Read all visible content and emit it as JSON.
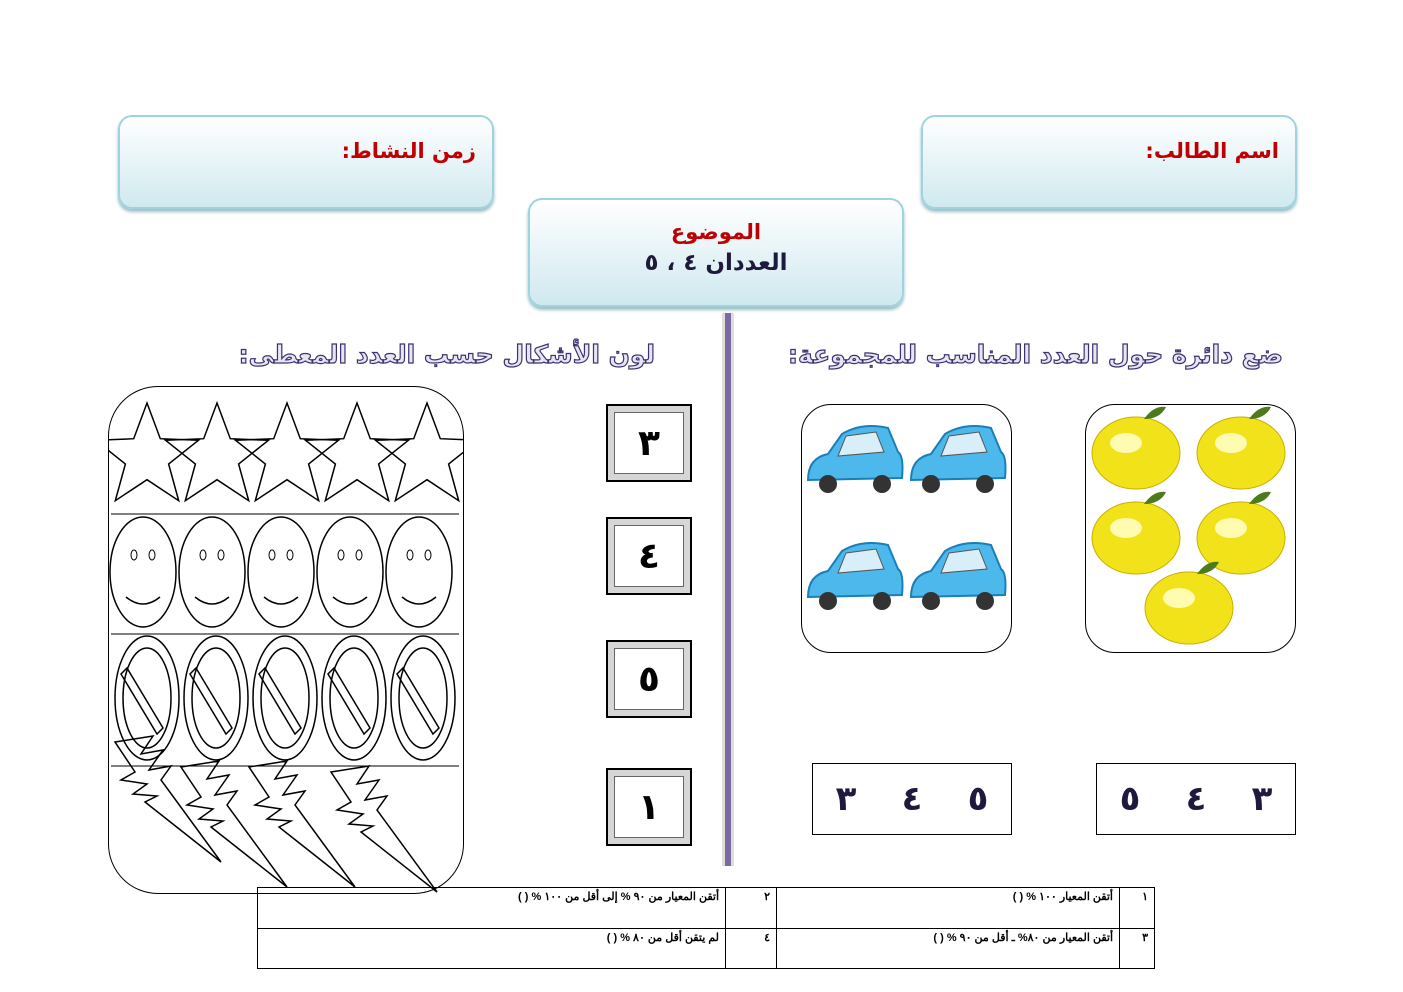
{
  "header": {
    "student_name_label": "اسم الطالب:",
    "activity_time_label": "زمن النشاط:",
    "topic_label": "الموضوع",
    "topic_value": "العددان ٤ ، ٥"
  },
  "right_section": {
    "instruction": "ضع دائرة حول العدد المناسب للمجموعة:",
    "groups": [
      {
        "item": "lemon",
        "count": 5,
        "choices": [
          "٣",
          "٤",
          "٥"
        ]
      },
      {
        "item": "car",
        "count": 4,
        "choices": [
          "٥",
          "٤",
          "٣"
        ]
      }
    ]
  },
  "left_section": {
    "instruction": "لون الأشكال حسب العدد المعطى:",
    "numbers": [
      "٣",
      "٤",
      "٥",
      "١"
    ],
    "rows": [
      {
        "shape": "star",
        "count": 5
      },
      {
        "shape": "smiley",
        "count": 5
      },
      {
        "shape": "no-sign",
        "count": 5
      },
      {
        "shape": "lightning",
        "count": 4
      }
    ]
  },
  "rubric": [
    {
      "num": "١",
      "text": "أتقن المعيار ١٠٠ % (       )"
    },
    {
      "num": "٢",
      "text": "أتقن المعيار من ٩٠ % إلى أقل من ١٠٠ % (       )"
    },
    {
      "num": "٣",
      "text": "أتقن المعيار من ٨٠% ـ أقل من ٩٠ % (        )"
    },
    {
      "num": "٤",
      "text": "لم يتقن أقل من ٨٠ % (        )"
    }
  ],
  "colors": {
    "accent_red": "#c00000",
    "divider": "#7a6aa0",
    "box_border": "#9fd3de"
  }
}
